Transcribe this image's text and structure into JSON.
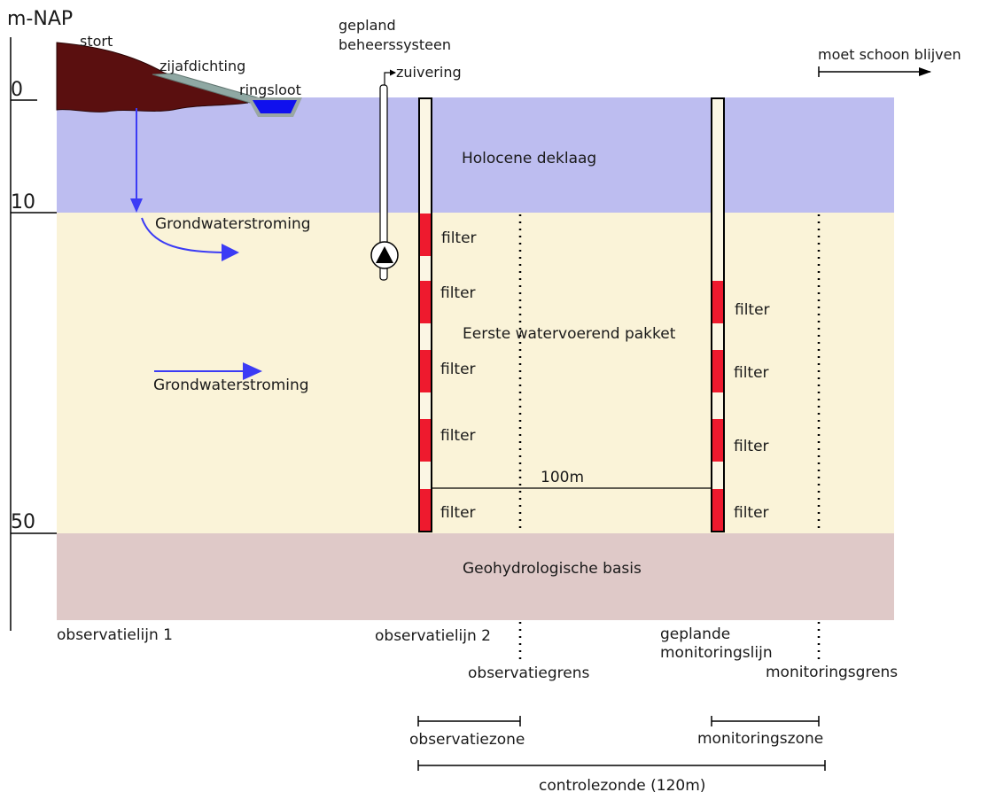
{
  "axis": {
    "unit": "m-NAP",
    "ticks": [
      "0",
      "10",
      "50"
    ]
  },
  "labels": {
    "stort": "stort",
    "zijafdichting": "zijafdichting",
    "ringsloot": "ringsloot",
    "gepland_line1": "gepland",
    "gepland_line2": "beheerssysteen",
    "zuivering": "zuivering",
    "moet_schoon": "moet schoon blijven",
    "holocene": "Holocene deklaag",
    "grondwater": "Grondwaterstroming",
    "eerste": "Eerste watervoerend pakket",
    "filter": "filter",
    "distance": "100m",
    "geohydro": "Geohydrologische basis",
    "obs1": "observatielijn 1",
    "obs2": "observatielijn 2",
    "geplande_line1": "geplande",
    "geplande_line2": "monitoringslijn",
    "observatiegrens": "observatiegrens",
    "monitoringsgrens": "monitoringsgrens",
    "observatiezone": "observatiezone",
    "monitoringszone": "monitoringszone",
    "controlezone": "controlezonde (120m)"
  },
  "colors": {
    "holocene": "#bdbdf0",
    "aquifer": "#faf3d8",
    "basis": "#dfc9c8",
    "stort": "#5a0f0f",
    "liner": "#8fa8a3",
    "water": "#1010ee",
    "filter": "#ee1a2e",
    "well": "#fbf6e4",
    "arrow": "#3b3bf5"
  }
}
